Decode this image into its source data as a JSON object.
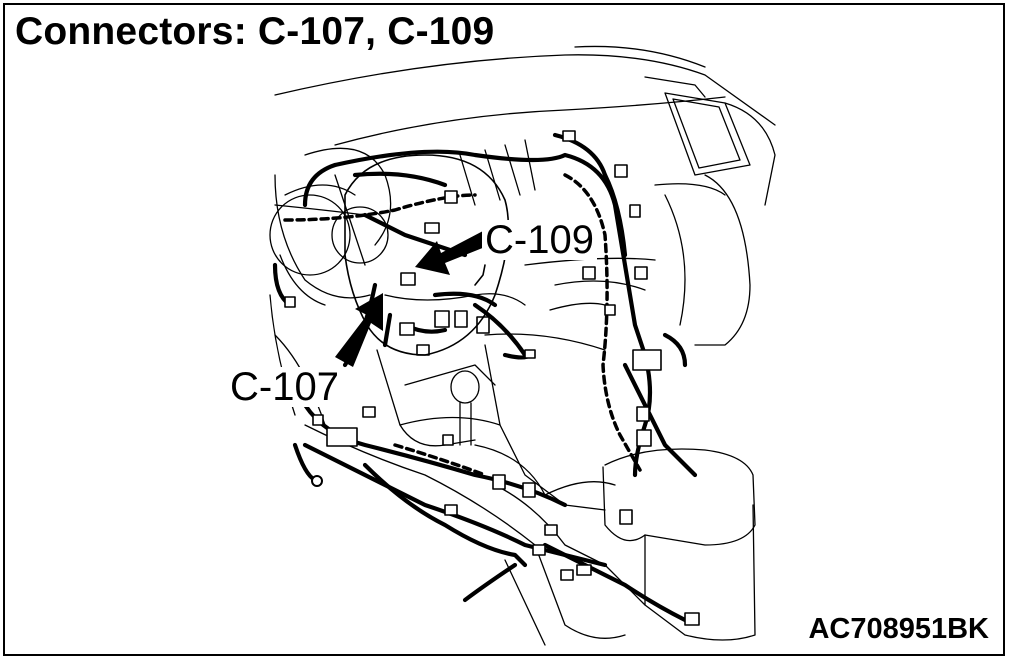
{
  "title": "Connectors: C-107, C-109",
  "figure_id": "AC708951BK",
  "callouts": {
    "c109": "C-109",
    "c107": "C-107"
  }
}
